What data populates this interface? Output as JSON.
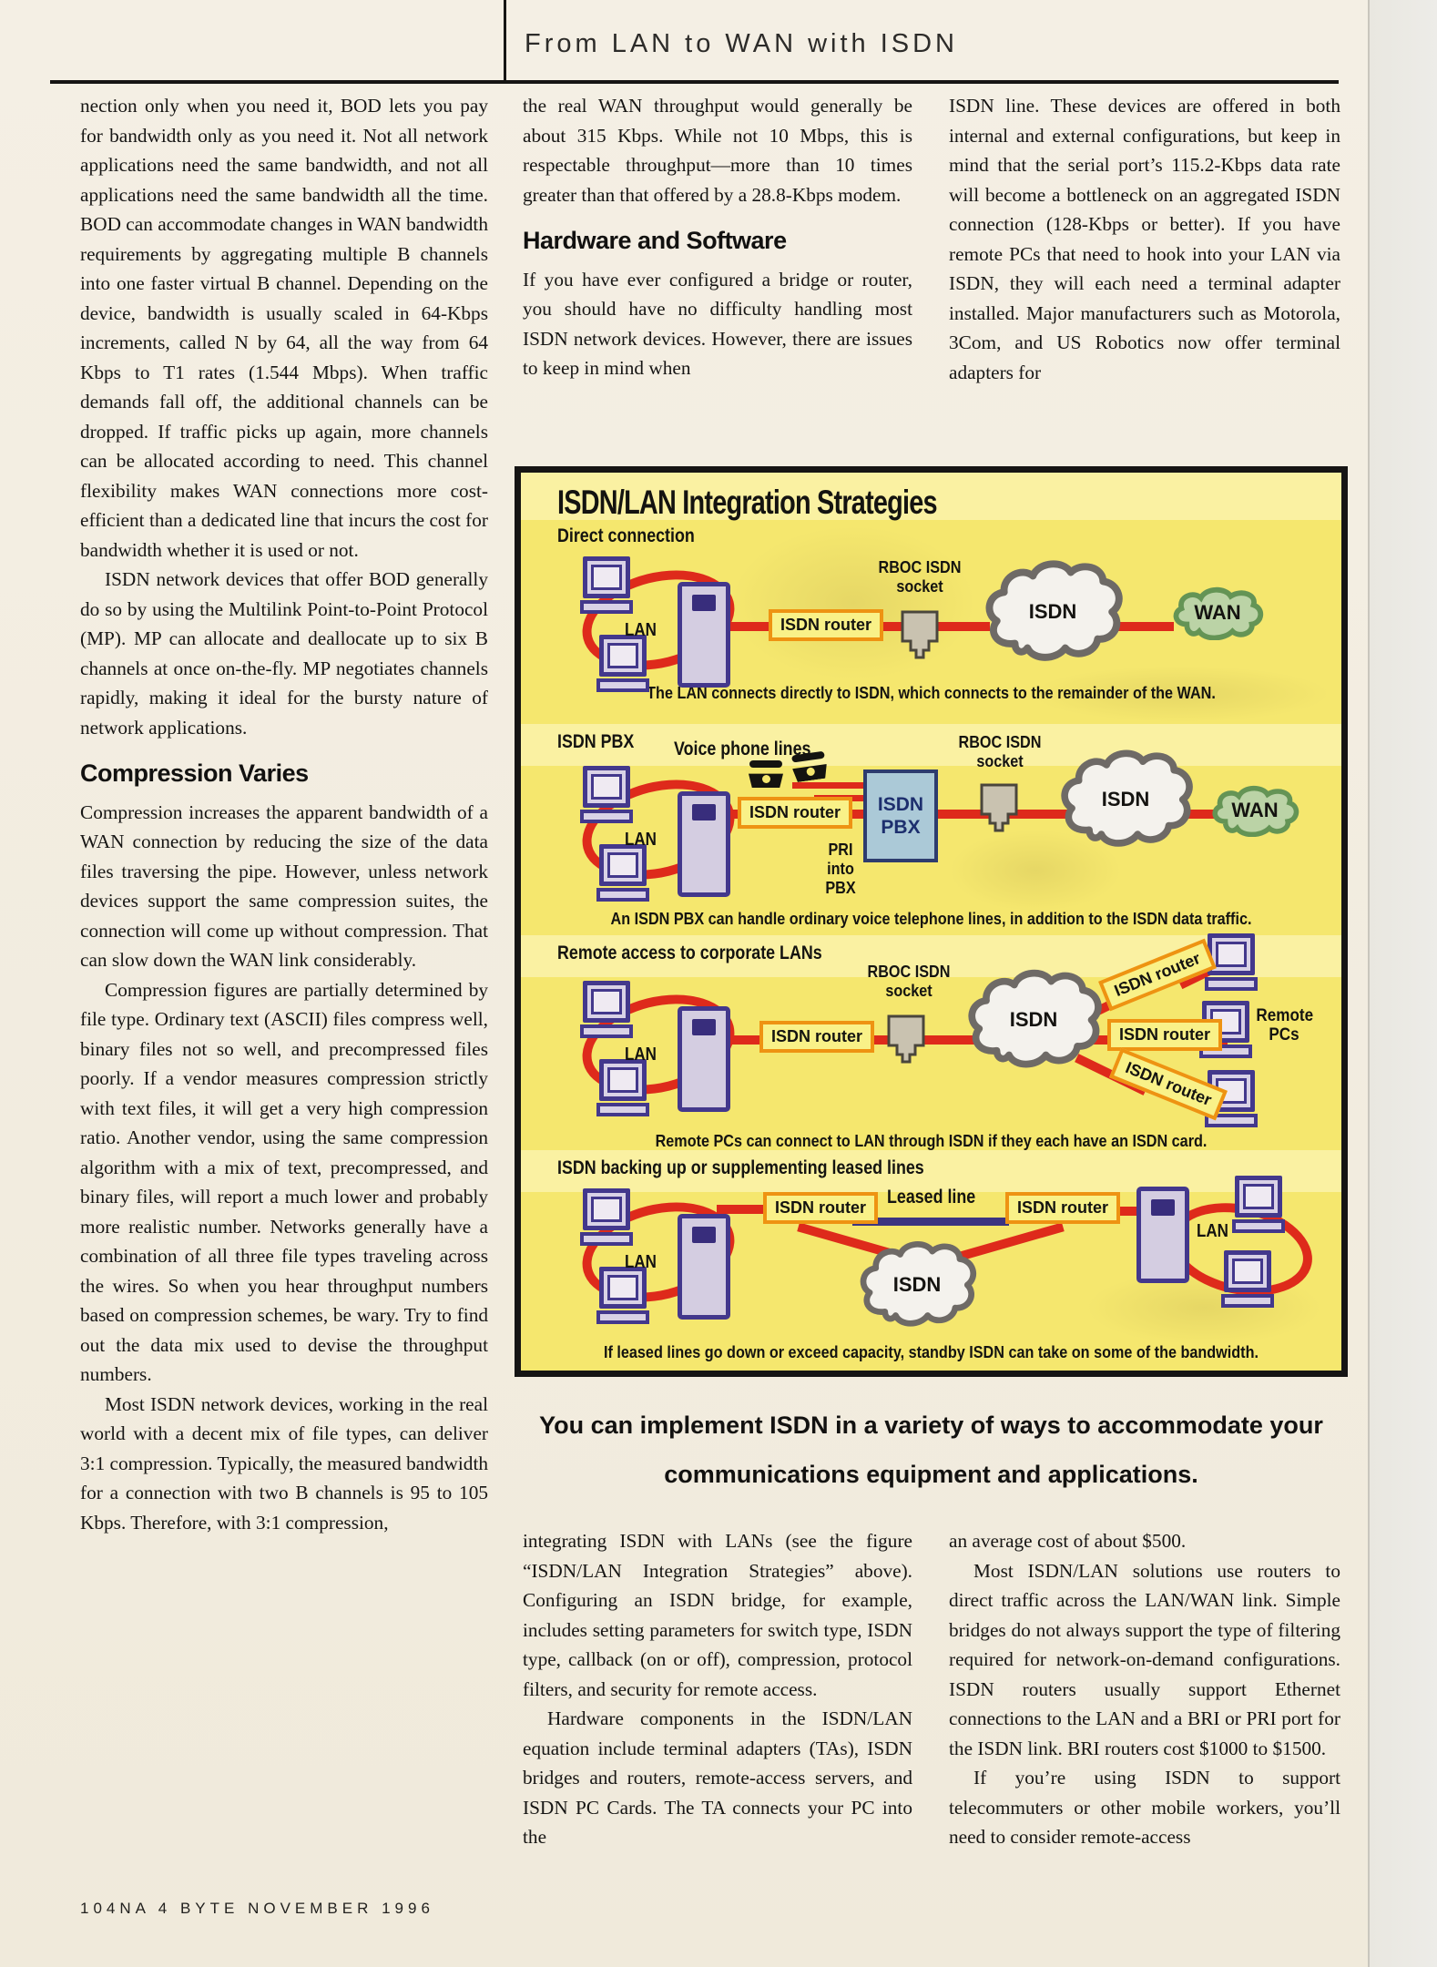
{
  "header": {
    "title": "From LAN to WAN with ISDN"
  },
  "article": {
    "col1": {
      "p1": "nection only when you need it, BOD lets you pay for bandwidth only as you need it. Not all network applications need the same bandwidth, and not all applications need the same bandwidth all the time. BOD can accommodate changes in WAN bandwidth requirements by aggregating multiple B channels into one faster virtual B channel. Depending on the device, bandwidth is usually scaled in 64-Kbps increments, called N by 64, all the way from 64 Kbps to T1 rates (1.544 Mbps). When traffic demands fall off, the additional channels can be dropped. If traffic picks up again, more channels can be allocated according to need. This channel flexibility makes WAN connections more cost-efficient than a dedicated line that incurs the cost for bandwidth whether it is used or not.",
      "p2": "ISDN network devices that offer BOD generally do so by using the Multilink Point-to-Point Protocol (MP). MP can allocate and deallocate up to six B channels at once on-the-fly. MP negotiates channels rapidly, making it ideal for the bursty nature of network applications.",
      "h1": "Compression Varies",
      "p3": "Compression increases the apparent bandwidth of a WAN connection by reducing the size of the data files traversing the pipe. However, unless network devices support the same compression suites, the connection will come up without compression. That can slow down the WAN link considerably.",
      "p4": "Compression figures are partially determined by file type. Ordinary text (ASCII) files compress well, binary files not so well, and precompressed files poorly. If a vendor measures compression strictly with text files, it will get a very high compression ratio. Another vendor, using the same compression algorithm with a mix of text, precompressed, and binary files, will report a much lower and probably more realistic number. Networks generally have a combination of all three file types traveling across the wires. So when you hear throughput numbers based on compression schemes, be wary. Try to find out the data mix used to devise the throughput numbers.",
      "p5": "Most ISDN network devices, working in the real world with a decent mix of file types, can deliver 3:1 compression. Typically, the measured bandwidth for a connection with two B channels is 95 to 105 Kbps. Therefore, with 3:1 compression,"
    },
    "col2top": {
      "p1": "the real WAN throughput would generally be about 315 Kbps. While not 10 Mbps, this is respectable throughput—more than 10 times greater than that offered by a 28.8-Kbps modem.",
      "h1": "Hardware and Software",
      "p2": "If you have ever configured a bridge or router, you should have no difficulty handling most ISDN network devices. However, there are issues to keep in mind when"
    },
    "col3top": {
      "p1": "ISDN line. These devices are offered in both internal and external configurations, but keep in mind that the serial port’s 115.2-Kbps data rate will become a bottleneck on an aggregated ISDN connection (128-Kbps or better). If you have remote PCs that need to hook into your LAN via ISDN, they will each need a terminal adapter installed. Major manufacturers such as Motorola, 3Com, and US Robotics now offer terminal adapters for"
    },
    "col2bottom": {
      "p1": "integrating ISDN with LANs (see the figure “ISDN/LAN Integration Strategies” above). Configuring an ISDN bridge, for example, includes setting parameters for switch type, ISDN type, callback (on or off), compression, protocol filters, and security for remote access.",
      "p2": "Hardware components in the ISDN/LAN equation include terminal adapters (TAs), ISDN bridges and routers, remote-access servers, and ISDN PC Cards. The TA connects your PC into the"
    },
    "col3bottom": {
      "p1": "an average cost of about $500.",
      "p2": "Most ISDN/LAN solutions use routers to direct traffic across the LAN/WAN link. Simple bridges do not always support the type of filtering required for network-on-demand configurations. ISDN routers usually support Ethernet connections to the LAN and a BRI or PRI port for the ISDN link. BRI routers cost $1000 to $1500.",
      "p3": "If you’re using ISDN to support telecommuters or other mobile workers, you’ll need to consider remote-access"
    }
  },
  "figure": {
    "title": "ISDN/LAN Integration Strategies",
    "labels": {
      "lan": "LAN",
      "isdn_router": "ISDN router",
      "rboc": [
        "RBOC ISDN",
        "socket"
      ],
      "isdn": "ISDN",
      "wan": "WAN",
      "voice_phone_lines": "Voice phone lines",
      "isdn_pbx": [
        "ISDN",
        "PBX"
      ],
      "pri": [
        "PRI",
        "into",
        "PBX"
      ],
      "remote_pcs": "Remote PCs",
      "leased_line": "Leased line"
    },
    "rows": [
      {
        "label": "Direct connection",
        "caption": "The LAN connects directly to ISDN, which connects to the remainder of the WAN."
      },
      {
        "label": "ISDN PBX",
        "caption": "An ISDN PBX can handle ordinary voice telephone lines, in addition to the ISDN data traffic."
      },
      {
        "label": "Remote access to corporate LANs",
        "caption": "Remote PCs can connect to LAN through ISDN if they each have an ISDN card."
      },
      {
        "label": "ISDN backing up or supplementing leased lines",
        "caption": "If leased lines go down or exceed capacity, standby ISDN can take on some of the bandwidth."
      }
    ],
    "caption_line1": "You can implement ISDN in a variety of ways to accommodate your",
    "caption_line2": "communications equipment and applications."
  },
  "footer": {
    "text": "104NA 4  BYTE  NOVEMBER 1996"
  },
  "colors": {
    "page": "#f2ecdf",
    "figure_yellow": "#f5e76e",
    "line_red": "#de2a1b",
    "device_navy": "#43388c",
    "router_border": "#ee9312",
    "leased_navy": "#3c3480",
    "wan_green": "#bbd3a6",
    "pbx_blue": "#abc9d7"
  }
}
